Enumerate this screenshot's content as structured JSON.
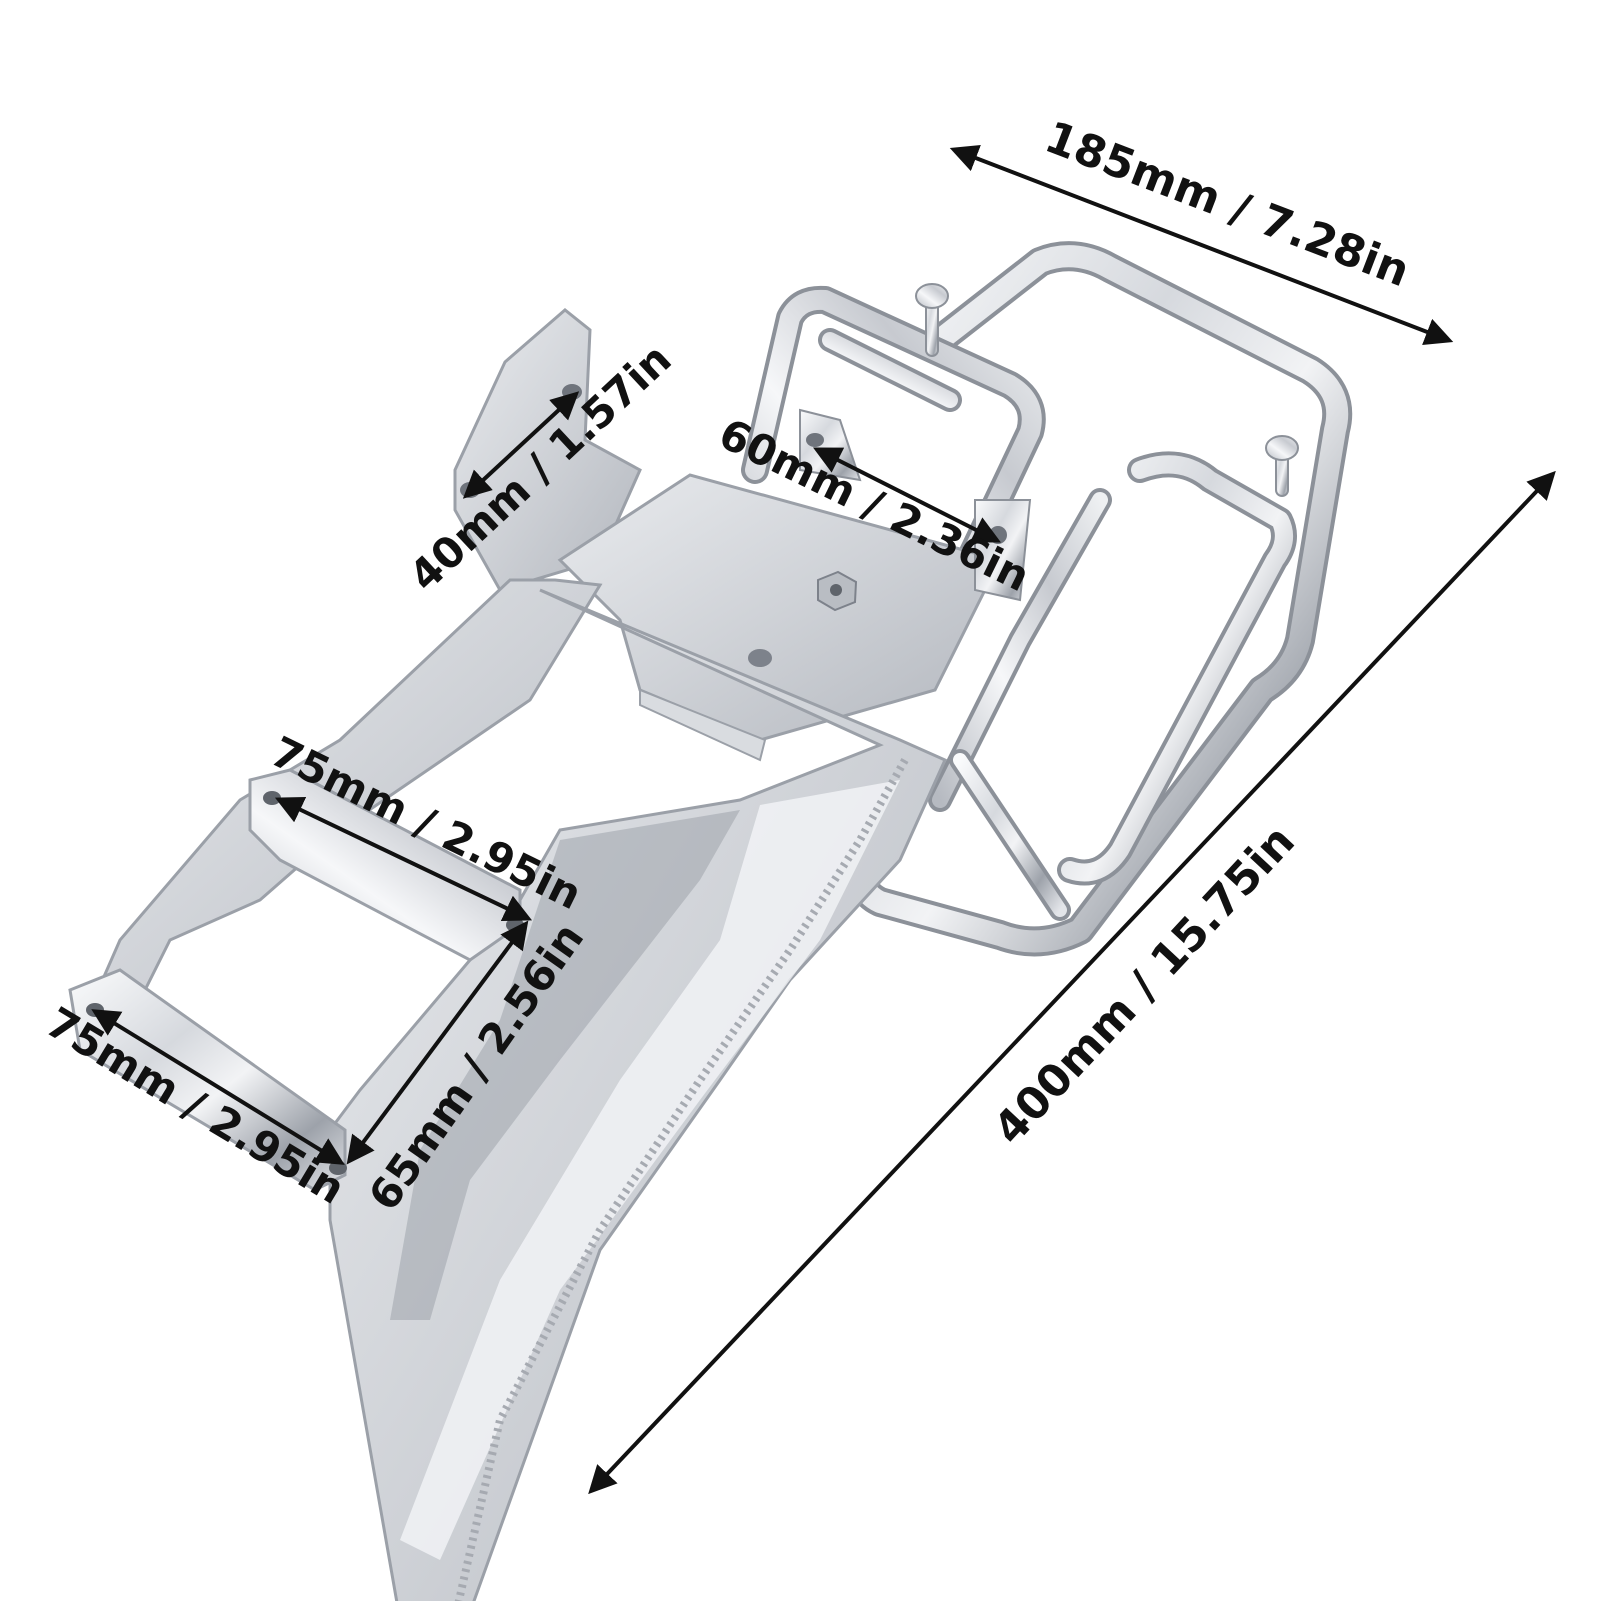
{
  "image": {
    "subject": "Chrome steel rear luggage rack with spare tire carrier",
    "colors": {
      "background": "#ffffff",
      "chrome_light": "#f4f5f7",
      "chrome_mid": "#c9ccd2",
      "chrome_dark": "#7d828b",
      "line": "#111111"
    }
  },
  "dimensions": {
    "width_top": "185mm / 7.28in",
    "length": "400mm / 15.75in",
    "tab_hole": "40mm / 1.57in",
    "plate_holes": "60mm / 2.36in",
    "bracket_upper": "75mm / 2.95in",
    "bracket_lower": "75mm / 2.95in",
    "bracket_depth": "65mm / 2.56in"
  }
}
